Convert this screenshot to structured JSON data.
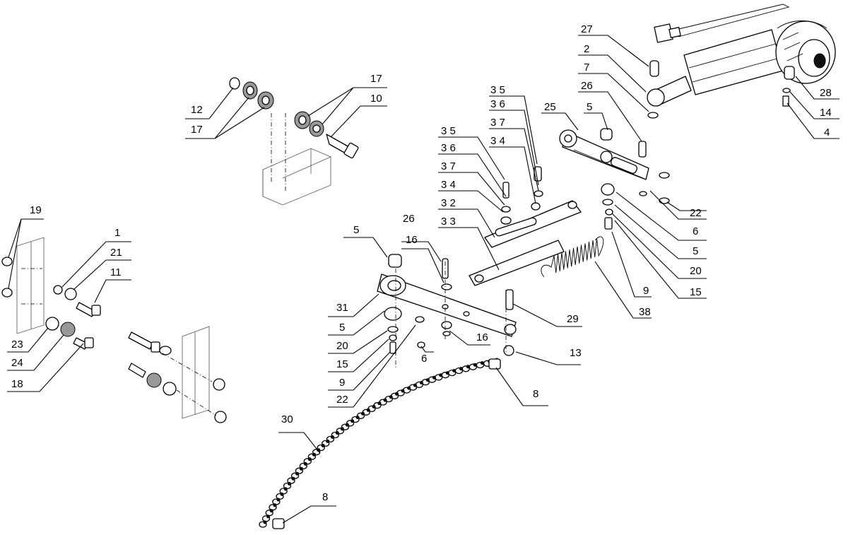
{
  "callouts": [
    "1",
    "2",
    "4",
    "5",
    "6",
    "7",
    "8",
    "9",
    "10",
    "11",
    "12",
    "13",
    "14",
    "15",
    "16",
    "17",
    "18",
    "19",
    "20",
    "21",
    "22",
    "23",
    "24",
    "25",
    "26",
    "27",
    "28",
    "29",
    "30",
    "31",
    "32",
    "33",
    "34",
    "35",
    "36",
    "37",
    "38"
  ],
  "labels": {
    "l27": "27",
    "l2": "2",
    "l7": "7",
    "l26a": "26",
    "l28": "28",
    "l14": "14",
    "l4": "4",
    "l35a": "3 5",
    "l36a": "3 6",
    "l37a": "3 7",
    "l34a": "3 4",
    "l25": "25",
    "l5a": "5",
    "l35b": "3 5",
    "l36b": "3 6",
    "l37b": "3 7",
    "l34b": "3 4",
    "l32": "3 2",
    "l33": "3 3",
    "l22a": "22",
    "l6a": "6",
    "l5b": "5",
    "l20a": "20",
    "l15a": "15",
    "l9a": "9",
    "l38": "38",
    "l17a": "17",
    "l10": "10",
    "l12": "12",
    "l17b": "17",
    "l19": "19",
    "l1": "1",
    "l21": "21",
    "l11": "11",
    "l23": "23",
    "l24": "24",
    "l18": "18",
    "l5c": "5",
    "l26b": "26",
    "l16a": "16",
    "l31": "31",
    "l5d": "5",
    "l20b": "20",
    "l15b": "15",
    "l9b": "9",
    "l22b": "22",
    "l29": "29",
    "l16b": "16",
    "l6b": "6",
    "l13": "13",
    "l8a": "8",
    "l30": "30",
    "l8b": "8"
  }
}
